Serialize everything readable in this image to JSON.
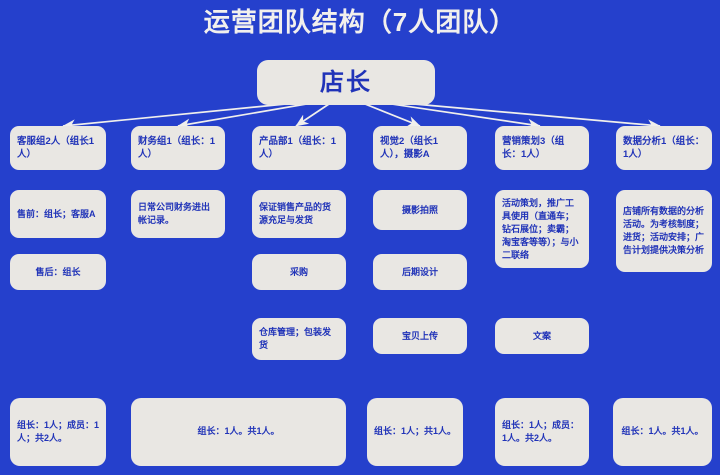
{
  "page": {
    "title": "运营团队结构（7人团队）",
    "background_color": "#2540CC",
    "box_fill_color": "#E9E7E3",
    "box_text_color": "#2033B8",
    "title_color": "#F2F0ED",
    "connector_color": "#F0EFEC"
  },
  "root": {
    "label": "店长"
  },
  "departments": [
    {
      "title": "客服组2人（组长1人）",
      "details": [
        "售前：组长；客服A",
        "售后：组长"
      ],
      "summary": "组长：1人；成员：1人；共2人。"
    },
    {
      "title": "财务组1（组长：1人）",
      "details": [
        "日常公司财务进出帐记录。"
      ],
      "summary": "组长：1人。共1人。"
    },
    {
      "title": "产品部1（组长：1人）",
      "details": [
        "保证销售产品的货源充足与发货",
        "采购",
        "仓库管理；包装发货"
      ],
      "summary": ""
    },
    {
      "title": "视觉2（组长1人），摄影A",
      "details": [
        "摄影拍照",
        "后期设计",
        "宝贝上传"
      ],
      "summary": "组长：1人；共1人。"
    },
    {
      "title": "营销策划3（组长：1人）",
      "details": [
        "活动策划，推广工具使用（直通车；钻石展位；卖霸；淘宝客等等）；与小二联络",
        "文案"
      ],
      "summary": "组长：1人；成员：1人。共2人。"
    },
    {
      "title": "数据分析1（组长：1人）",
      "details": [
        "店铺所有数据的分析活动。为考核制度；进货；活动安排；广告计划提供决策分析"
      ],
      "summary": "组长：1人。共1人。"
    }
  ]
}
